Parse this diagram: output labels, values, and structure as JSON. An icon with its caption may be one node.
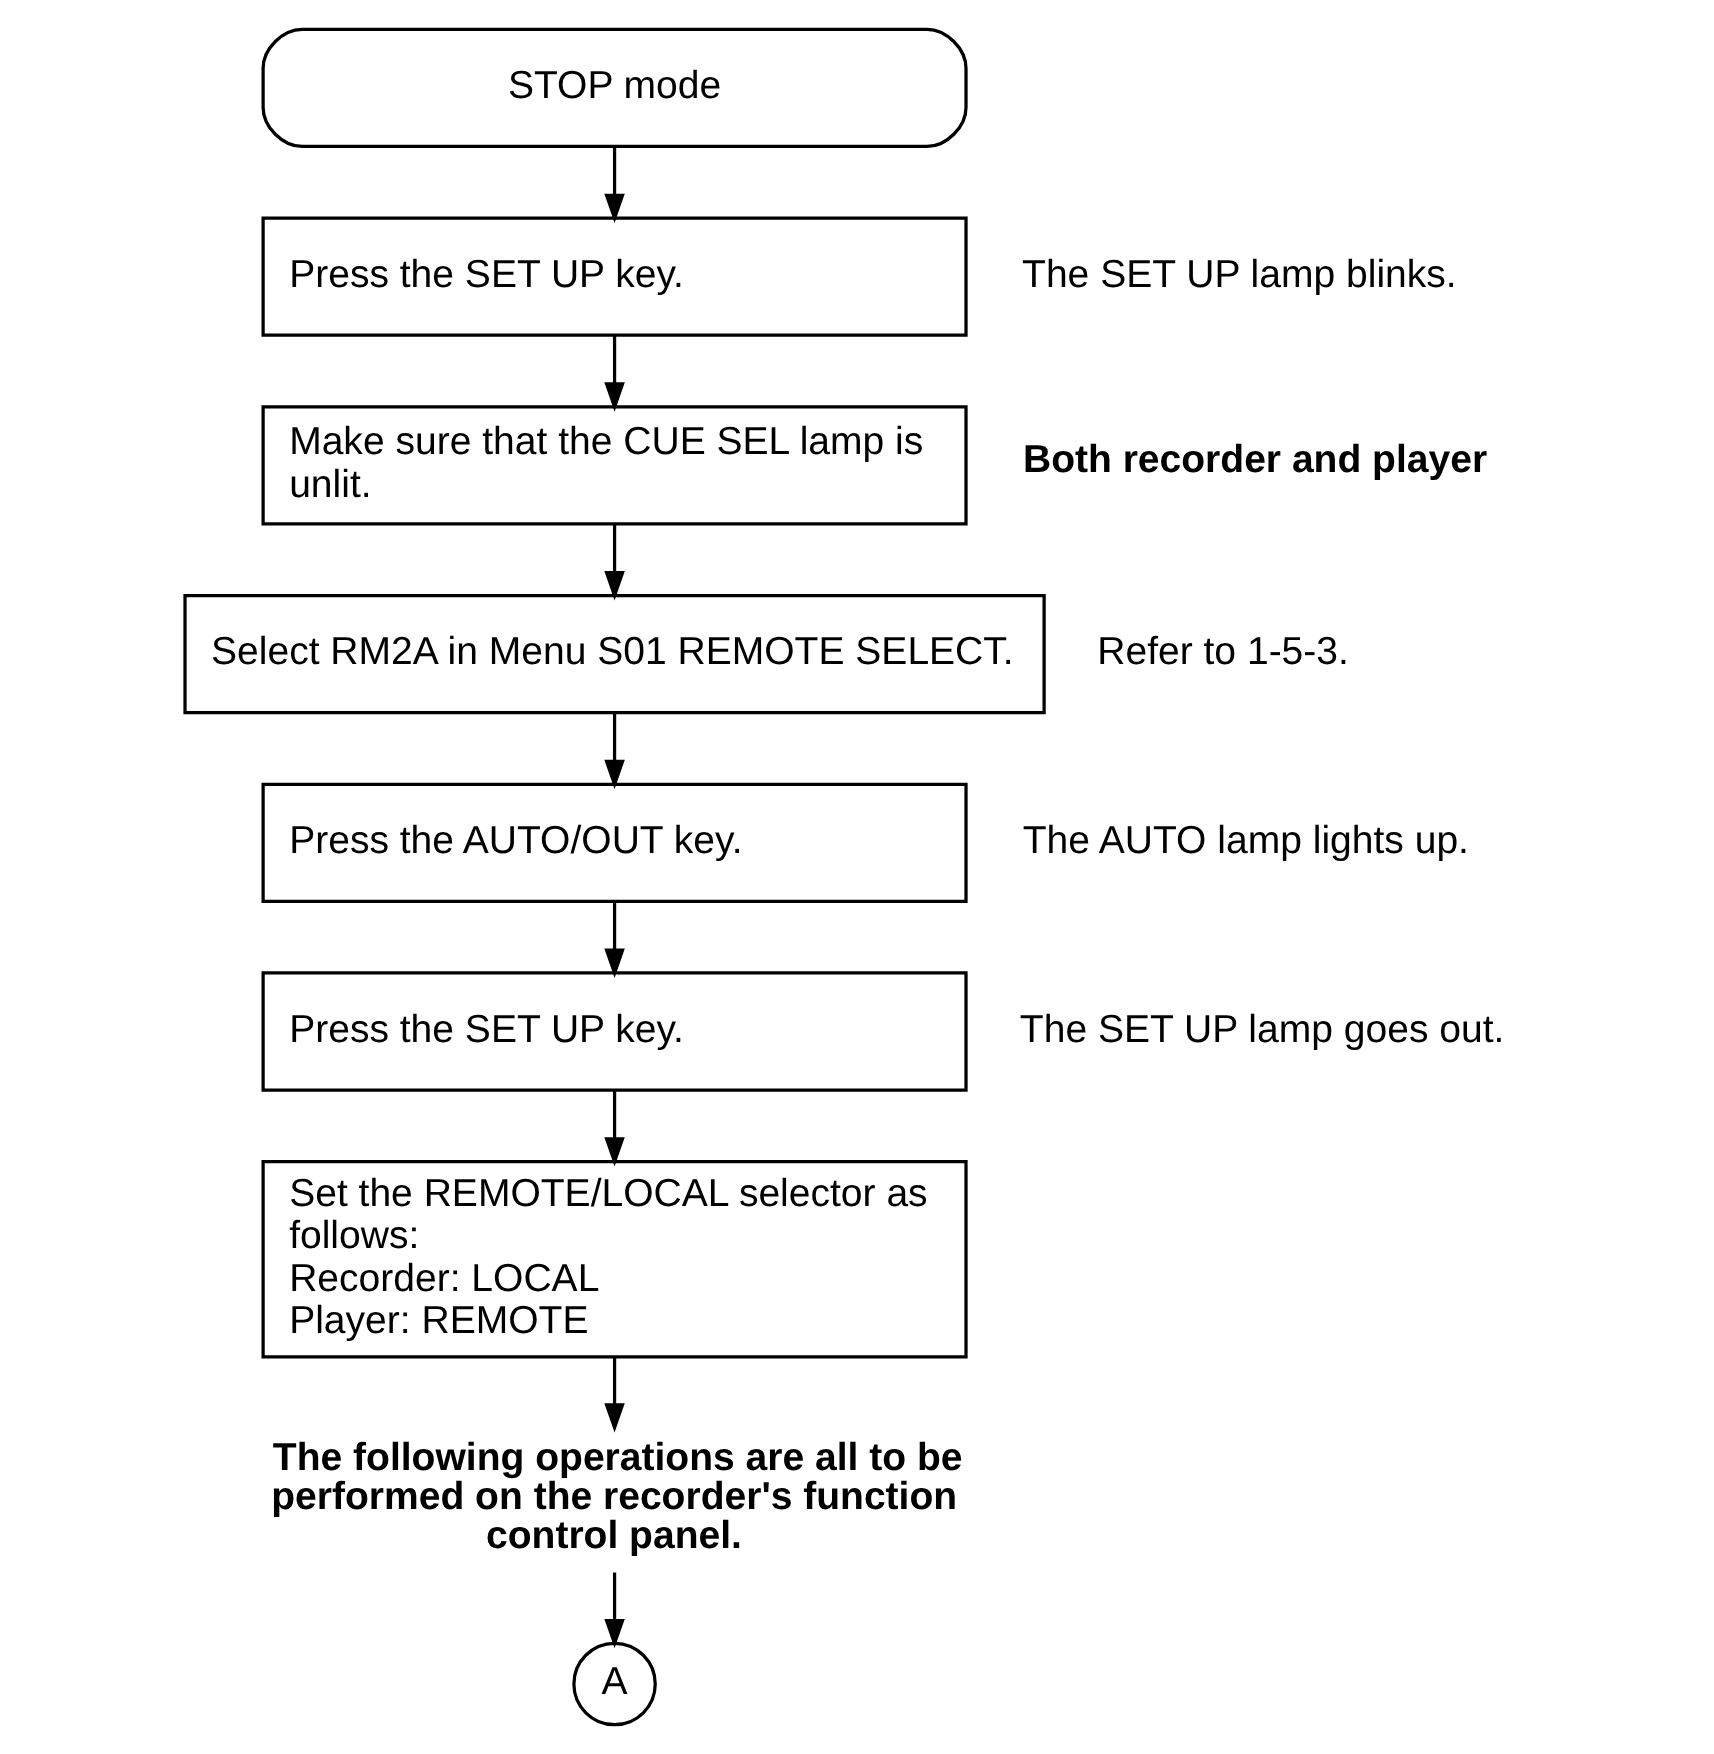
{
  "diagram": {
    "nodes": [
      {
        "text": [
          "STOP mode"
        ]
      },
      {
        "text": [
          "Press the SET UP key."
        ],
        "beside": [
          "The SET UP lamp blinks."
        ]
      },
      {
        "text": [
          "Make sure that the CUE SEL lamp is unlit."
        ]
      },
      {
        "text": [
          "Select RM2A in Menu S01 REMOTE SELECT."
        ],
        "beside": [
          "Refer to 1-5-3."
        ]
      },
      {
        "text": [
          "Press the AUTO/OUT key."
        ],
        "beside": [
          "The AUTO lamp lights up."
        ]
      },
      {
        "text": [
          "Press the SET UP key."
        ],
        "beside": [
          "The SET UP lamp goes out."
        ]
      },
      {
        "text": [
          "Set the REMOTE/LOCAL selector as follows:",
          "Recorder: LOCAL",
          "Player: REMOTE"
        ]
      },
      {
        "text": [
          "The following operations are all to be performed on the recorder's function control panel."
        ]
      },
      {
        "text": [
          "A"
        ]
      }
    ],
    "edges": [
      {
        "from": 0,
        "to": 1,
        "arrow": "to"
      },
      {
        "from": 1,
        "to": 2,
        "arrow": "to"
      },
      {
        "from": 2,
        "to": 3,
        "arrow": "to"
      },
      {
        "from": 3,
        "to": 4,
        "arrow": "to"
      },
      {
        "from": 4,
        "to": 5,
        "arrow": "to"
      },
      {
        "from": 5,
        "to": 6,
        "arrow": "to"
      },
      {
        "from": 6,
        "to": 7,
        "arrow": "to"
      },
      {
        "from": 7,
        "to": 8,
        "arrow": "to"
      }
    ],
    "labels": [
      "Both recorder and player"
    ]
  }
}
